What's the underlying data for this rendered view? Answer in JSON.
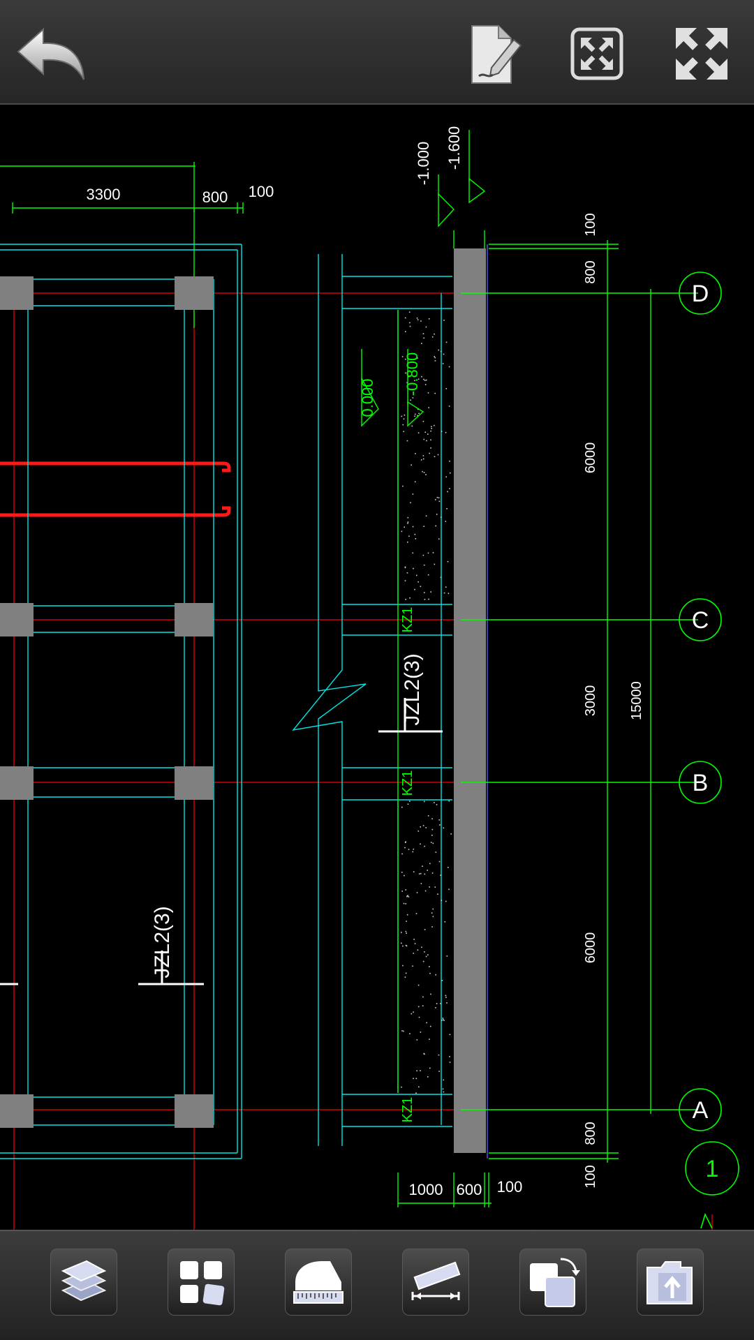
{
  "toolbar": {
    "back": {
      "icon": "back-arrow-icon"
    },
    "edit": {
      "icon": "edit-document-icon"
    },
    "zoom_extents": {
      "icon": "zoom-extents-icon"
    },
    "fullscreen": {
      "icon": "fullscreen-icon"
    }
  },
  "drawing": {
    "top_dims": [
      "3300",
      "800",
      "100"
    ],
    "bottom_dims": [
      "1000",
      "600",
      "100"
    ],
    "elevations": [
      "-1.000",
      "-1.600",
      "0.000",
      "-0.800"
    ],
    "right_dims": [
      "100",
      "800",
      "6000",
      "3000",
      "15000",
      "6000",
      "800",
      "100"
    ],
    "axis_labels": [
      "D",
      "C",
      "B",
      "A"
    ],
    "section_label": "1",
    "beam_labels": [
      "JZL2(3)",
      "JZL2(3)"
    ],
    "column_labels": [
      "KZ1",
      "KZ1",
      "KZ1"
    ]
  },
  "bottom_tools": [
    {
      "icon": "layers-icon"
    },
    {
      "icon": "layout-icon"
    },
    {
      "icon": "measure-area-icon"
    },
    {
      "icon": "measure-distance-icon"
    },
    {
      "icon": "rotate-view-icon"
    },
    {
      "icon": "export-icon"
    }
  ],
  "colors": {
    "background": "#000000",
    "cad_green": "#00ff00",
    "cad_cyan": "#00e5e5",
    "cad_red": "#ff0000",
    "cad_gray": "#808080"
  }
}
